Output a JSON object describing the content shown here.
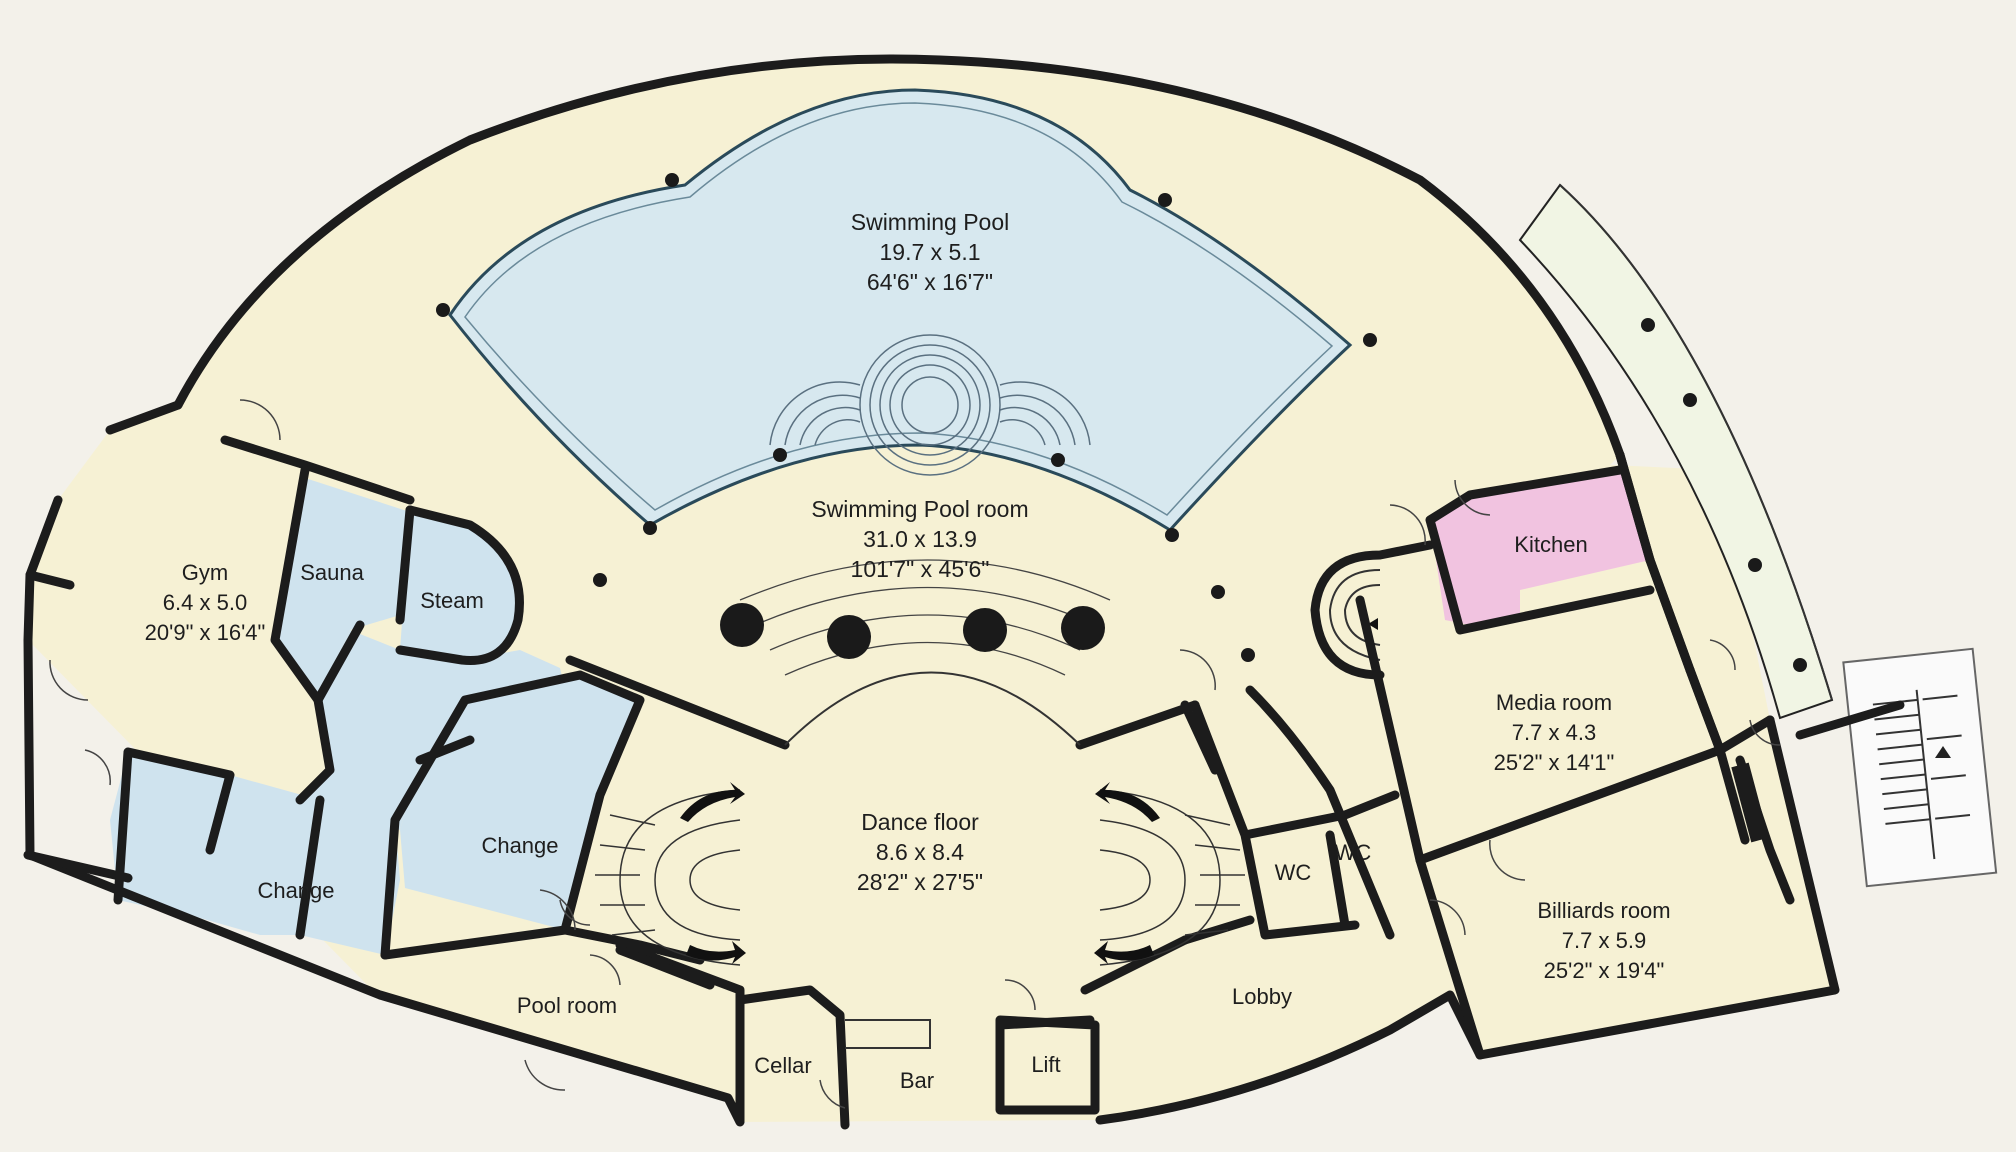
{
  "rooms": {
    "swimming_pool": {
      "name": "Swimming Pool",
      "metric": "19.7 x 5.1",
      "imperial": "64'6\" x 16'7\""
    },
    "pool_room": {
      "name": "Swimming Pool room",
      "metric": "31.0 x 13.9",
      "imperial": "101'7\" x 45'6\""
    },
    "gym": {
      "name": "Gym",
      "metric": "6.4 x 5.0",
      "imperial": "20'9\" x 16'4\""
    },
    "sauna": {
      "name": "Sauna"
    },
    "steam": {
      "name": "Steam"
    },
    "change_left": {
      "name": "Change"
    },
    "change_right": {
      "name": "Change"
    },
    "pool_room_small": {
      "name": "Pool room"
    },
    "dance_floor": {
      "name": "Dance floor",
      "metric": "8.6 x 8.4",
      "imperial": "28'2\" x 27'5\""
    },
    "cellar": {
      "name": "Cellar"
    },
    "bar": {
      "name": "Bar"
    },
    "lift": {
      "name": "Lift"
    },
    "lobby": {
      "name": "Lobby"
    },
    "wc_left": {
      "name": "WC"
    },
    "wc_right": {
      "name": "WC"
    },
    "kitchen": {
      "name": "Kitchen"
    },
    "media_room": {
      "name": "Media room",
      "metric": "7.7 x 4.3",
      "imperial": "25'2\" x 14'1\""
    },
    "billiards_room": {
      "name": "Billiards room",
      "metric": "7.7 x 5.9",
      "imperial": "25'2\" x 19'4\""
    }
  },
  "colors": {
    "background": "#f3f1ea",
    "floor": "#f6f1d4",
    "pool": "#d7e8ef",
    "wet_rooms": "#cfe3ee",
    "kitchen": "#f1c3e0",
    "walls": "#1c1c1c",
    "terrace": "#f1f5e4"
  }
}
